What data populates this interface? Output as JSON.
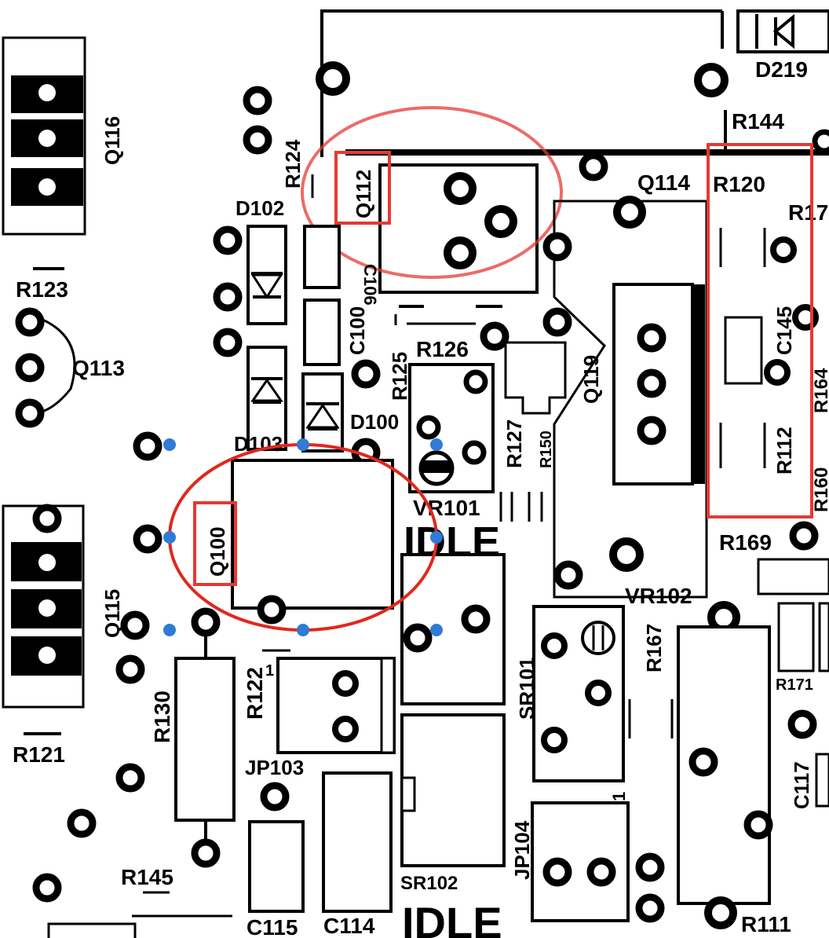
{
  "labels": {
    "q116": "Q116",
    "r124": "R124",
    "q112": "Q112",
    "q114": "Q114",
    "r120": "R120",
    "d219": "D219",
    "r144": "R144",
    "r17": "R17",
    "d102": "D102",
    "c106": "C106",
    "c100": "C100",
    "r123": "R123",
    "q113": "Q113",
    "r125": "R125",
    "r126": "R126",
    "q119": "Q119",
    "c145": "C145",
    "r164": "R164",
    "r112": "R112",
    "d100": "D100",
    "r127": "R127",
    "r150": "R150",
    "d103": "D103",
    "q100": "Q100",
    "vr101": "VR101",
    "idle_top": "IDLE",
    "r160": "R160",
    "r169": "R169",
    "q115": "Q115",
    "vr102": "VR102",
    "r167": "R167",
    "r122": "R122",
    "sr101": "SR101",
    "r171": "R171",
    "r130": "R130",
    "r121": "R121",
    "jp103": "JP103",
    "c117": "C117",
    "jp104": "JP104",
    "r145": "R145",
    "sr102": "SR102",
    "c115": "C115",
    "c114": "C114",
    "idle_bottom": "IDLE",
    "r111": "R111",
    "pin1_a": "1",
    "pin1_b": "1"
  },
  "annotations": {
    "highlight_color": "#e53935",
    "selection_ellipse_color": "#e0281c",
    "handle_color": "#2f7bd6"
  }
}
